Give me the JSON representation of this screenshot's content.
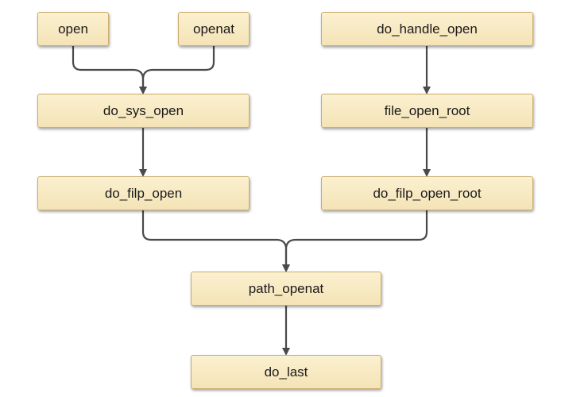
{
  "diagram": {
    "nodes": {
      "open": "open",
      "openat": "openat",
      "do_handle_open": "do_handle_open",
      "do_sys_open": "do_sys_open",
      "file_open_root": "file_open_root",
      "do_filp_open": "do_filp_open",
      "do_filp_open_root": "do_filp_open_root",
      "path_openat": "path_openat",
      "do_last": "do_last"
    },
    "edges": [
      [
        "open",
        "do_sys_open"
      ],
      [
        "openat",
        "do_sys_open"
      ],
      [
        "do_handle_open",
        "file_open_root"
      ],
      [
        "do_sys_open",
        "do_filp_open"
      ],
      [
        "file_open_root",
        "do_filp_open_root"
      ],
      [
        "do_filp_open",
        "path_openat"
      ],
      [
        "do_filp_open_root",
        "path_openat"
      ],
      [
        "path_openat",
        "do_last"
      ]
    ],
    "colors": {
      "node_fill": "#f7e8bf",
      "node_border": "#c9ad6c",
      "connector": "#4a4a4a"
    }
  }
}
